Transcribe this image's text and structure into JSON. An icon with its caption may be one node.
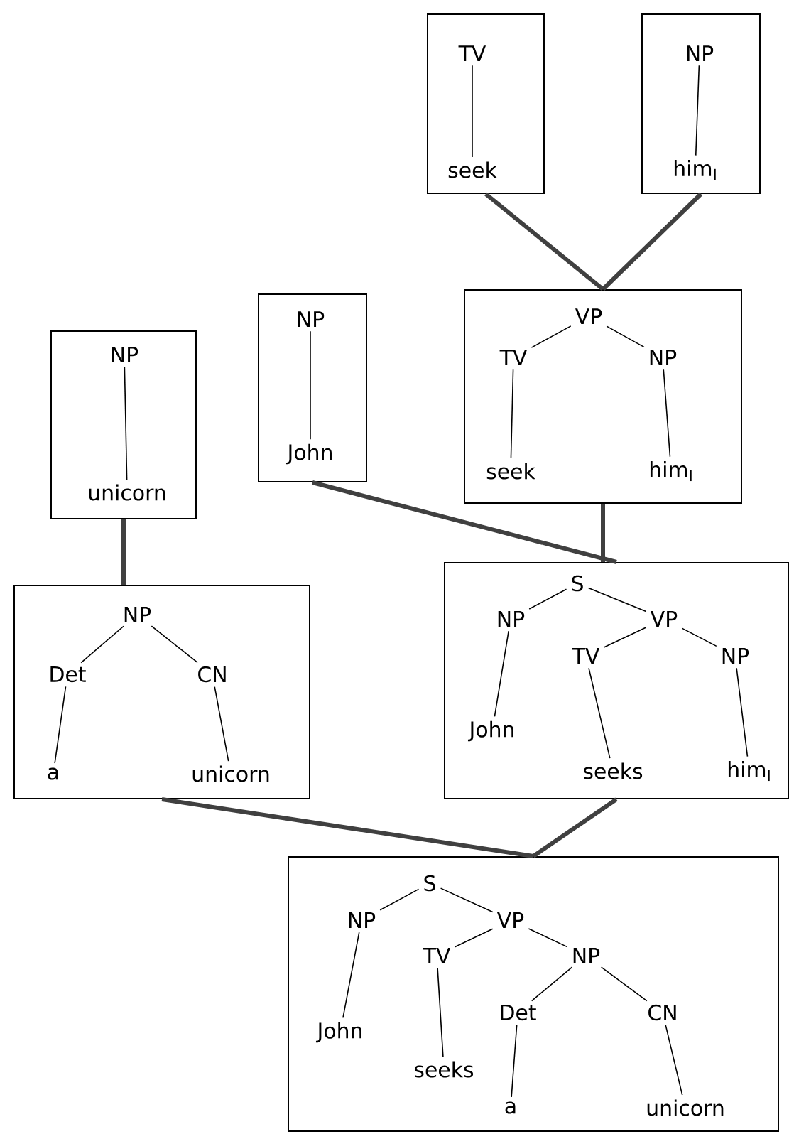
{
  "diagram": {
    "nodes": [
      {
        "text": [],
        "shape": "box"
      },
      {
        "text": [
          "TV"
        ],
        "in": 0
      },
      {
        "text": [
          "seek"
        ],
        "in": 0
      },
      {
        "text": [],
        "shape": "box"
      },
      {
        "text": [
          "NP"
        ],
        "in": 3
      },
      {
        "text": [
          "him$_{I}$"
        ],
        "in": 3
      },
      {
        "text": [],
        "shape": "box"
      },
      {
        "text": [
          "VP"
        ],
        "in": 6
      },
      {
        "text": [
          "TV"
        ],
        "in": 6
      },
      {
        "text": [
          "NP"
        ],
        "in": 6
      },
      {
        "text": [
          "seek"
        ],
        "in": 6
      },
      {
        "text": [
          "him$_{I}$"
        ],
        "in": 6
      },
      {
        "text": [],
        "shape": "box"
      },
      {
        "text": [
          "NP"
        ],
        "in": 12
      },
      {
        "text": [
          "John"
        ],
        "in": 12
      },
      {
        "text": [],
        "shape": "box"
      },
      {
        "text": [
          "NP"
        ],
        "in": 15
      },
      {
        "text": [
          "unicorn"
        ],
        "in": 15
      },
      {
        "text": [],
        "shape": "box"
      },
      {
        "text": [
          "NP"
        ],
        "in": 18
      },
      {
        "text": [
          "Det"
        ],
        "in": 18
      },
      {
        "text": [
          "CN"
        ],
        "in": 18
      },
      {
        "text": [
          "a"
        ],
        "in": 18
      },
      {
        "text": [
          "unicorn"
        ],
        "in": 18
      },
      {
        "text": [],
        "shape": "box"
      },
      {
        "text": [
          "S"
        ],
        "in": 24
      },
      {
        "text": [
          "NP"
        ],
        "in": 24
      },
      {
        "text": [
          "VP"
        ],
        "in": 24
      },
      {
        "text": [
          "TV"
        ],
        "in": 24
      },
      {
        "text": [
          "NP"
        ],
        "in": 24
      },
      {
        "text": [
          "John"
        ],
        "in": 24
      },
      {
        "text": [
          "seeks"
        ],
        "in": 24
      },
      {
        "text": [
          "him$_{I}$"
        ],
        "in": 24
      },
      {
        "text": [],
        "shape": "box"
      },
      {
        "text": [
          "S"
        ],
        "in": 33
      },
      {
        "text": [
          "NP"
        ],
        "in": 33
      },
      {
        "text": [
          "VP"
        ],
        "in": 33
      },
      {
        "text": [
          "TV"
        ],
        "in": 33
      },
      {
        "text": [
          "NP"
        ],
        "in": 33
      },
      {
        "text": [
          "John"
        ],
        "in": 33
      },
      {
        "text": [
          "seeks"
        ],
        "in": 33
      },
      {
        "text": [
          "Det"
        ],
        "in": 33
      },
      {
        "text": [
          "CN"
        ],
        "in": 33
      },
      {
        "text": [
          "a"
        ],
        "in": 33
      },
      {
        "text": [
          "unicorn"
        ],
        "in": 33
      }
    ],
    "edges": [
      {
        "from": 0,
        "to": 6,
        "arrow": "none",
        "style": "thick"
      },
      {
        "from": 3,
        "to": 6,
        "arrow": "none",
        "style": "thick"
      },
      {
        "from": 12,
        "to": 24,
        "arrow": "none",
        "style": "thick"
      },
      {
        "from": 6,
        "to": 24,
        "arrow": "none",
        "style": "thick"
      },
      {
        "from": 15,
        "to": 18,
        "arrow": "none",
        "style": "thick"
      },
      {
        "from": 18,
        "to": 33,
        "arrow": "none",
        "style": "thick"
      },
      {
        "from": 24,
        "to": 33,
        "arrow": "none",
        "style": "thick"
      },
      {
        "from": 1,
        "to": 2,
        "arrow": "none"
      },
      {
        "from": 4,
        "to": 5,
        "arrow": "none"
      },
      {
        "from": 7,
        "to": 8,
        "arrow": "none"
      },
      {
        "from": 7,
        "to": 9,
        "arrow": "none"
      },
      {
        "from": 8,
        "to": 10,
        "arrow": "none"
      },
      {
        "from": 9,
        "to": 11,
        "arrow": "none"
      },
      {
        "from": 13,
        "to": 14,
        "arrow": "none"
      },
      {
        "from": 16,
        "to": 17,
        "arrow": "none"
      },
      {
        "from": 19,
        "to": 20,
        "arrow": "none"
      },
      {
        "from": 19,
        "to": 21,
        "arrow": "none"
      },
      {
        "from": 20,
        "to": 22,
        "arrow": "none"
      },
      {
        "from": 21,
        "to": 23,
        "arrow": "none"
      },
      {
        "from": 25,
        "to": 26,
        "arrow": "none"
      },
      {
        "from": 25,
        "to": 27,
        "arrow": "none"
      },
      {
        "from": 27,
        "to": 28,
        "arrow": "none"
      },
      {
        "from": 27,
        "to": 29,
        "arrow": "none"
      },
      {
        "from": 26,
        "to": 30,
        "arrow": "none"
      },
      {
        "from": 28,
        "to": 31,
        "arrow": "none"
      },
      {
        "from": 29,
        "to": 32,
        "arrow": "none"
      },
      {
        "from": 34,
        "to": 35,
        "arrow": "none"
      },
      {
        "from": 34,
        "to": 36,
        "arrow": "none"
      },
      {
        "from": 36,
        "to": 37,
        "arrow": "none"
      },
      {
        "from": 36,
        "to": 38,
        "arrow": "none"
      },
      {
        "from": 35,
        "to": 39,
        "arrow": "none"
      },
      {
        "from": 37,
        "to": 40,
        "arrow": "none"
      },
      {
        "from": 38,
        "to": 41,
        "arrow": "none"
      },
      {
        "from": 38,
        "to": 42,
        "arrow": "none"
      },
      {
        "from": 41,
        "to": 43,
        "arrow": "none"
      },
      {
        "from": 42,
        "to": 44,
        "arrow": "none"
      }
    ]
  }
}
